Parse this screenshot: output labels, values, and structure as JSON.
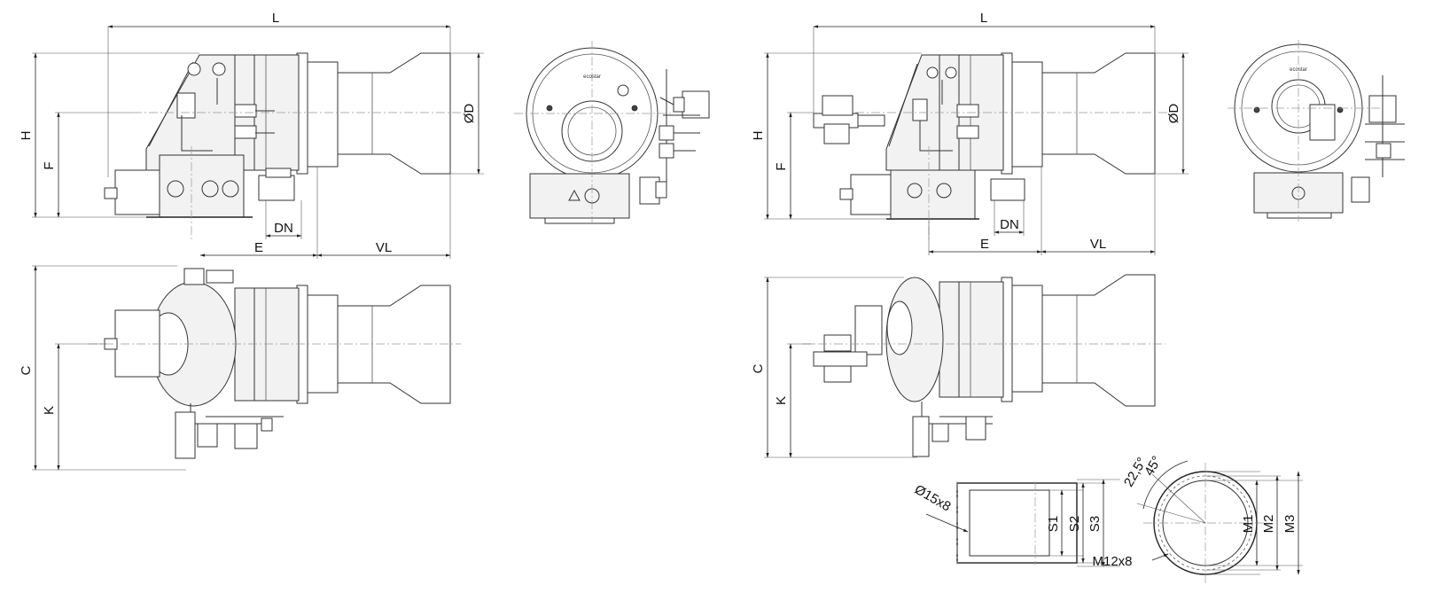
{
  "labels": {
    "L": "L",
    "H": "H",
    "F": "F",
    "OD": "ØD",
    "DN": "DN",
    "E": "E",
    "VL": "VL",
    "C": "C",
    "K": "K",
    "hole_spec": "Ø15x8",
    "S1": "S1",
    "S2": "S2",
    "S3": "S3",
    "angle_a": "22,5°",
    "angle_b": "45°",
    "M1": "M1",
    "M2": "M2",
    "M3": "M3",
    "thread_spec": "M12x8"
  },
  "brand": "ecostar",
  "colors": {
    "line": "#333333",
    "fill": "#f2f2f2",
    "background": "#ffffff"
  }
}
